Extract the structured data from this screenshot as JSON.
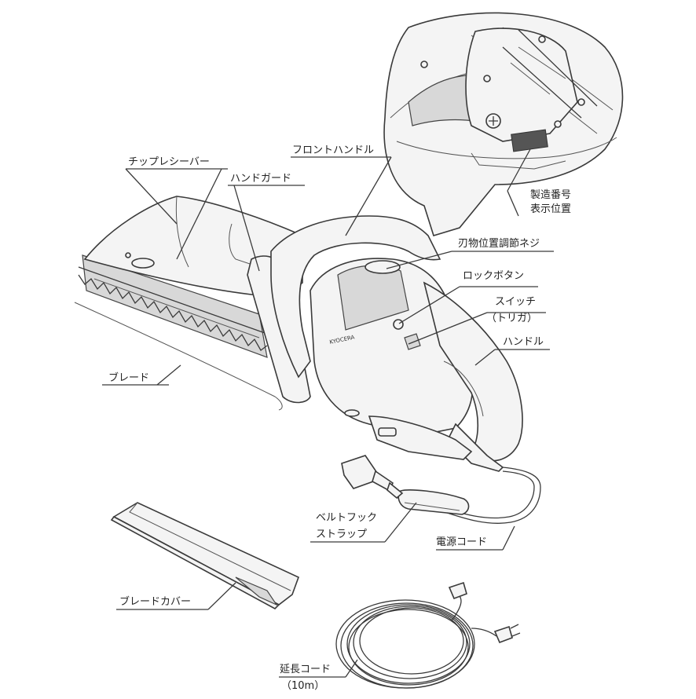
{
  "labels": {
    "chip_receiver": "チップレシーバー",
    "front_handle": "フロントハンドル",
    "hand_guard": "ハンドガード",
    "serial_number_1": "製造番号",
    "serial_number_2": "表示位置",
    "blade_adjust_screw": "刃物位置調節ネジ",
    "lock_button": "ロックボタン",
    "switch": "スイッチ",
    "trigger": "（トリガ）",
    "handle": "ハンドル",
    "blade": "ブレード",
    "belt_hook_1": "ベルトフック",
    "belt_hook_2": "ストラップ",
    "power_cord": "電源コード",
    "blade_cover": "ブレードカバー",
    "extension_cord": "延長コード",
    "extension_cord_length": "（10m）"
  }
}
